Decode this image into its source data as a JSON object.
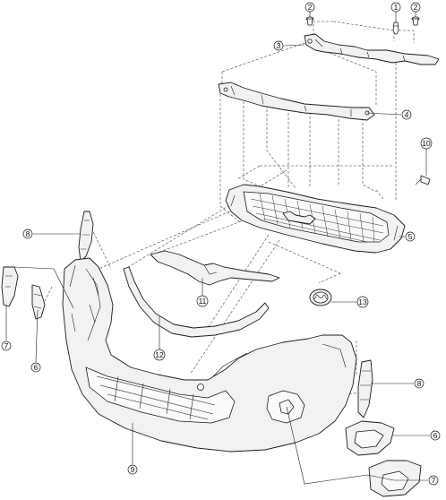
{
  "callouts": {
    "c1": "1",
    "c2a": "2",
    "c2b": "2",
    "c3": "3",
    "c4": "4",
    "c5": "5",
    "c6a": "6",
    "c6b": "6",
    "c7a": "7",
    "c7b": "7",
    "c8a": "8",
    "c8b": "8",
    "c9": "9",
    "c10": "10",
    "c11": "11",
    "c12": "12",
    "c13": "13"
  }
}
